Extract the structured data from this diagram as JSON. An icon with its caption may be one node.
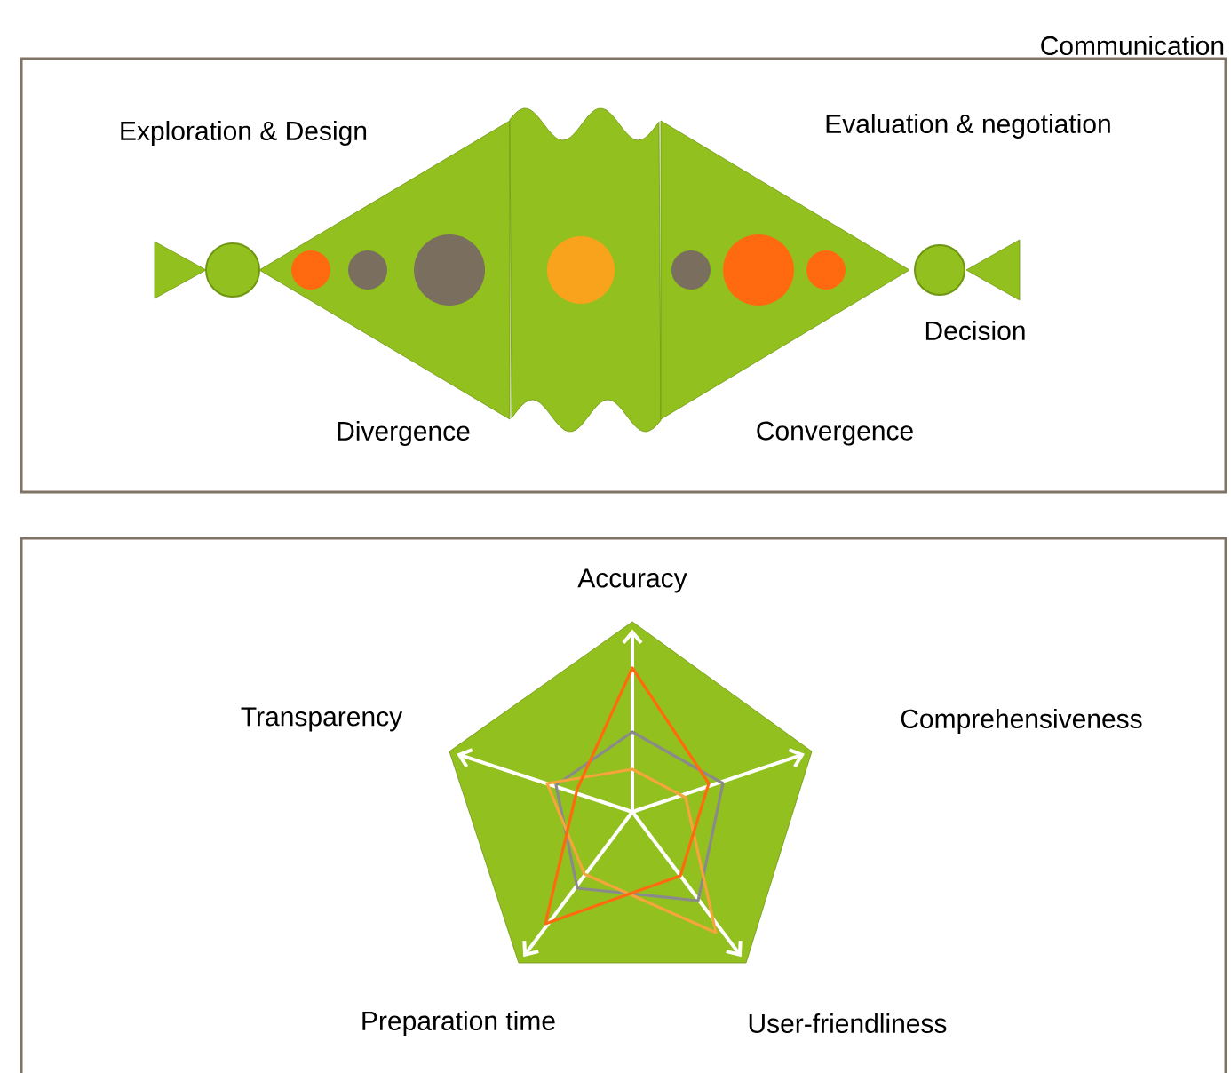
{
  "diagram": {
    "nodes": [
      {
        "text": [
          "Communication"
        ]
      }
    ],
    "labels": [
      "Exploration & Design",
      "Evaluation & negotiation",
      "Decision",
      "Divergence",
      "Convergence",
      "Accuracy",
      "Transparency",
      "Comprehensiveness",
      "Preparation time",
      "User-friendliness"
    ]
  }
}
